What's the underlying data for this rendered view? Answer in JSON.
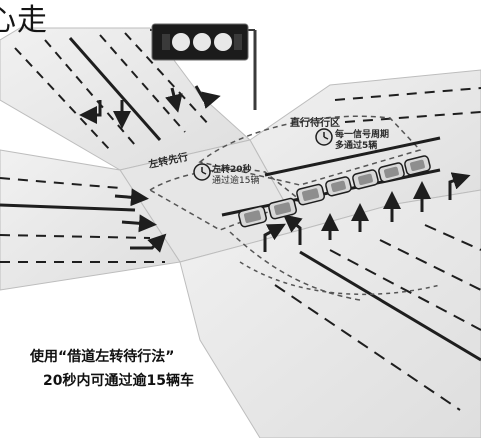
{
  "header": {
    "corner_text": "心走"
  },
  "labels": {
    "straight_wait": "直行待行区",
    "left_first": "左转先行",
    "left_20s_line1": "左转20秒",
    "left_20s_line2": "通过逾15辆",
    "per_signal_line1": "每一信号周期",
    "per_signal_line2": "多通过5辆"
  },
  "caption": {
    "line1": "使用“借道左转待行法”",
    "line2": "20秒内可通过逾15辆车"
  },
  "colors": {
    "road": "#e9e9e9",
    "road_edge": "#bdbdbd",
    "marking": "#1e1e1e",
    "signal_body": "#1b1b1b",
    "signal_light": "#e8e8e8",
    "car_body": "#d8d8d8",
    "wait_zone_line": "#555555"
  },
  "icons": {
    "traffic_signal": "traffic-light-icon",
    "car": "car-icon",
    "clock": "clock-icon",
    "lane_arrow": "lane-arrow-icon"
  }
}
